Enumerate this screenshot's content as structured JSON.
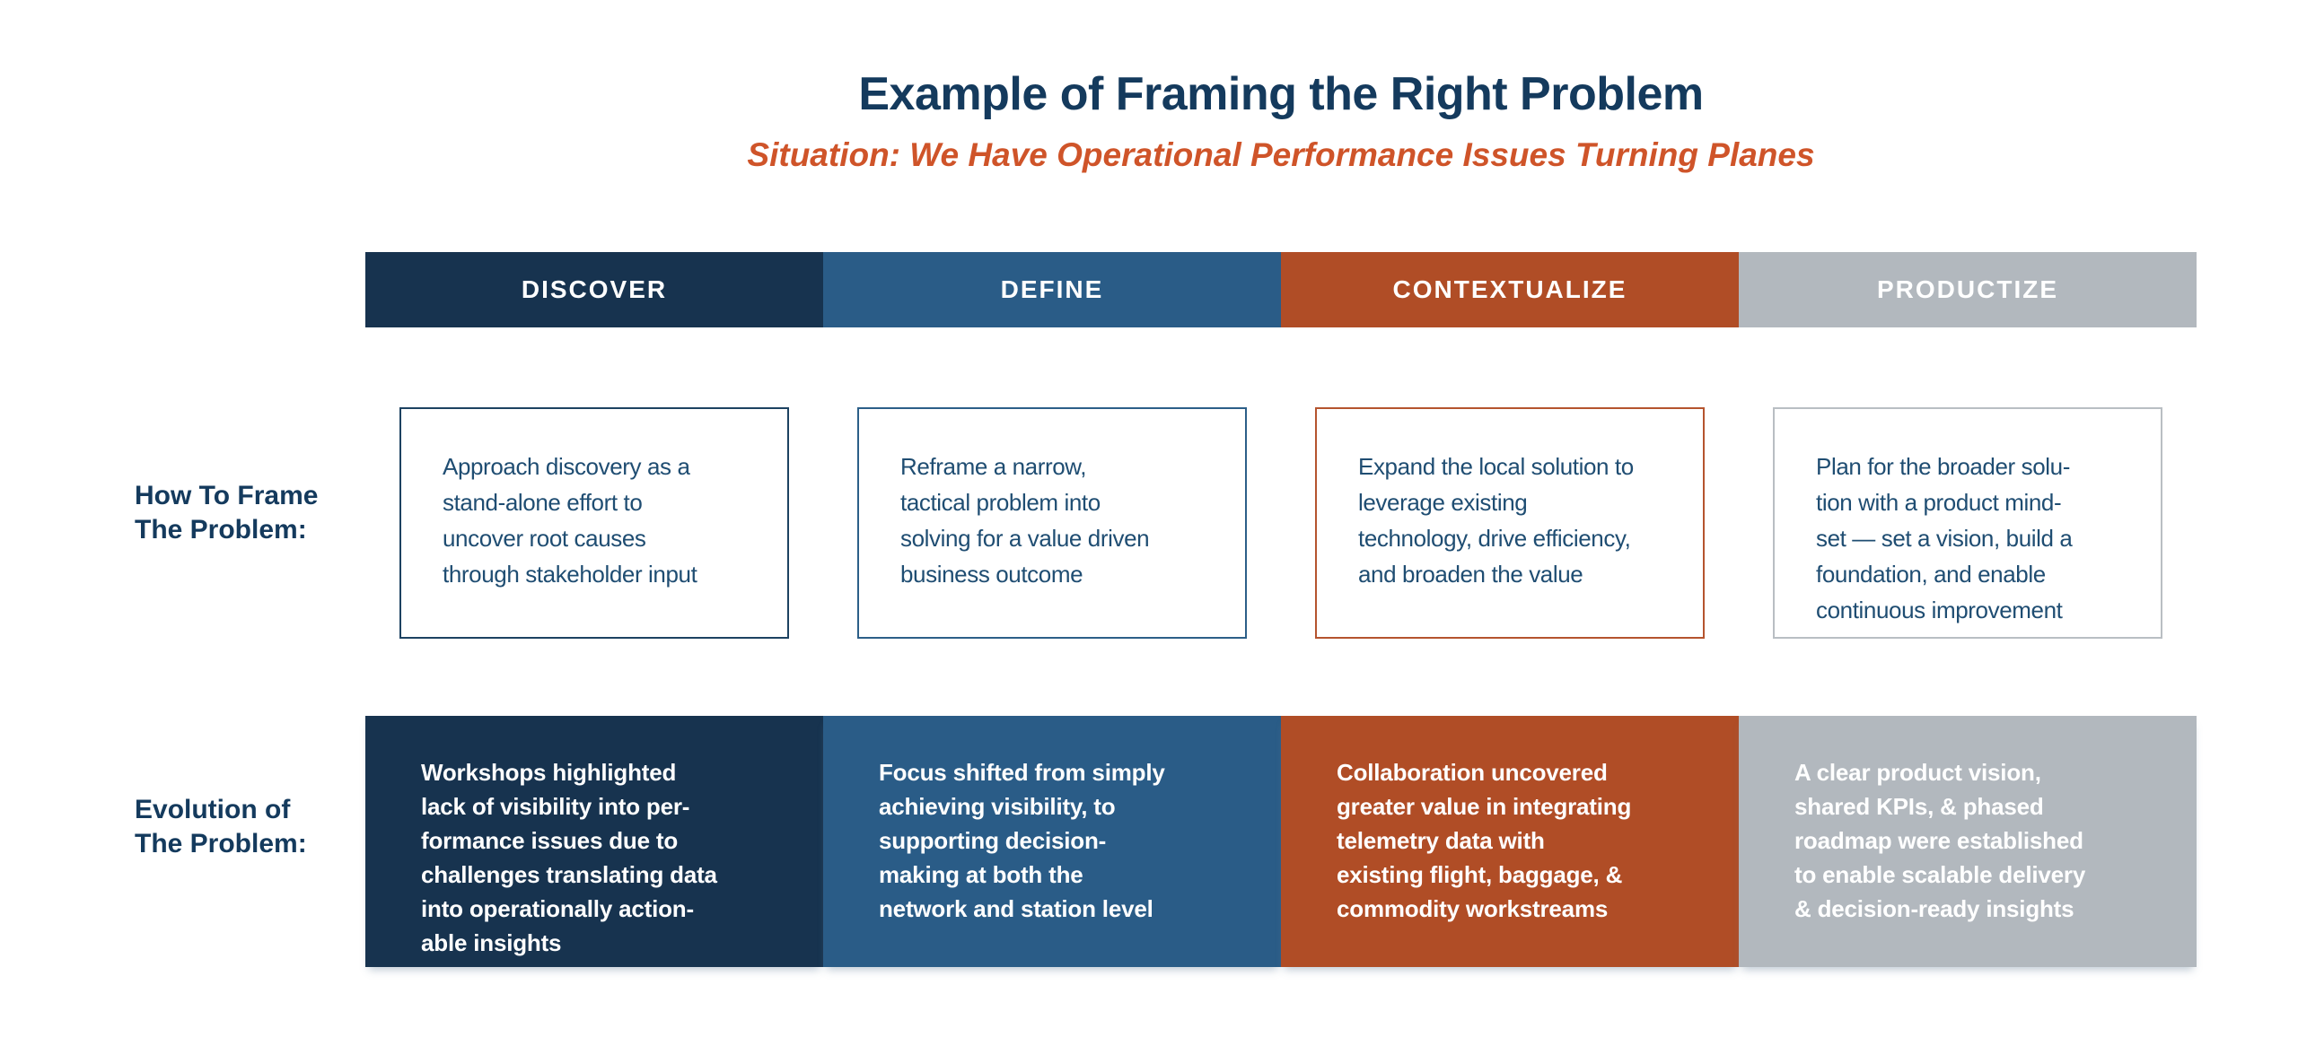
{
  "title": "Example of Framing the Right Problem",
  "subtitle": "Situation: We Have Operational Performance Issues Turning Planes",
  "theme": {
    "background": "#ffffff",
    "title_color": "#143a5d",
    "subtitle_color": "#cf5429",
    "body_text_color": "#1f4d72",
    "header_text_color": "#ffffff"
  },
  "row_labels": {
    "frame_lines": [
      "How To Frame",
      "The Problem:"
    ],
    "evolution_lines": [
      "Evolution of",
      "The Problem:"
    ]
  },
  "columns": [
    {
      "header": "DISCOVER",
      "color": "#17334f",
      "border_color": "#1d4261",
      "frame_lines": [
        "Approach discovery as a",
        "stand-alone effort to",
        "uncover root causes",
        "through stakeholder input"
      ],
      "evolution_lines": [
        "Workshops highlighted",
        "lack of visibility into per-",
        "formance issues due to",
        "challenges translating data",
        "into operationally action-",
        "able insights"
      ]
    },
    {
      "header": "DEFINE",
      "color": "#2a5c87",
      "border_color": "#2c5f88",
      "frame_lines": [
        "Reframe a narrow,",
        "tactical problem into",
        "solving for a value driven",
        "business outcome"
      ],
      "evolution_lines": [
        "Focus shifted from simply",
        "achieving visibility, to",
        "supporting decision-",
        "making at both the",
        "network and station level"
      ]
    },
    {
      "header": "CONTEXTUALIZE",
      "color": "#b04d26",
      "border_color": "#b5542e",
      "frame_lines": [
        "Expand the local solution to",
        "leverage existing",
        "technology, drive efficiency,",
        "and broaden the value"
      ],
      "evolution_lines": [
        "Collaboration uncovered",
        "greater value in integrating",
        "telemetry data with",
        "existing flight, baggage, &",
        "commodity workstreams"
      ]
    },
    {
      "header": "PRODUCTIZE",
      "color": "#b2b8be",
      "border_color": "#b9bec3",
      "frame_lines": [
        "Plan for the broader solu-",
        "tion with a product mind-",
        "set — set a vision, build a",
        "foundation, and enable",
        "continuous improvement"
      ],
      "evolution_lines": [
        "A clear product vision,",
        "shared KPIs, & phased",
        "roadmap were established",
        "to enable scalable delivery",
        "& decision-ready insights"
      ]
    }
  ]
}
